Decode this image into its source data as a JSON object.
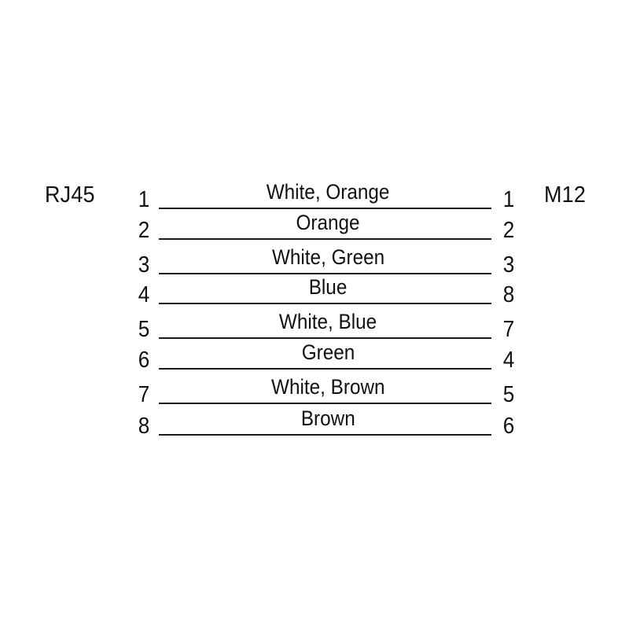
{
  "diagram": {
    "type": "pin-assignment-wiring-diagram",
    "left_connector": "RJ45",
    "right_connector": "M12",
    "background_color": "#ffffff",
    "line_color": "#1b1b1b",
    "text_color": "#111111",
    "connections": [
      {
        "left_pin": "1",
        "right_pin": "1",
        "wire": "White, Orange"
      },
      {
        "left_pin": "2",
        "right_pin": "2",
        "wire": "Orange"
      },
      {
        "left_pin": "3",
        "right_pin": "3",
        "wire": "White, Green"
      },
      {
        "left_pin": "4",
        "right_pin": "8",
        "wire": "Blue"
      },
      {
        "left_pin": "5",
        "right_pin": "7",
        "wire": "White, Blue"
      },
      {
        "left_pin": "6",
        "right_pin": "4",
        "wire": "Green"
      },
      {
        "left_pin": "7",
        "right_pin": "5",
        "wire": "White, Brown"
      },
      {
        "left_pin": "8",
        "right_pin": "6",
        "wire": "Brown"
      }
    ]
  }
}
